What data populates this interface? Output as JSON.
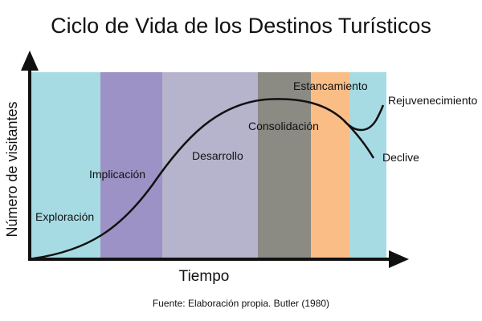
{
  "title": "Ciclo de Vida de los Destinos Turísticos",
  "axes": {
    "x_label": "Tiempo",
    "y_label": "Número de visitantes"
  },
  "source": "Fuente:  Elaboración propia. Butler (1980)",
  "stages": [
    {
      "key": "exploracion",
      "label": "Exploración",
      "color": "#a6dbe3"
    },
    {
      "key": "implicacion",
      "label": "Implicación",
      "color": "#9d92c6"
    },
    {
      "key": "desarrollo",
      "label": "Desarrollo",
      "color": "#b6b3cc"
    },
    {
      "key": "consolidacion",
      "label": "Consolidación",
      "color": "#8b8a83"
    },
    {
      "key": "estancamiento",
      "label": "Estancamiento",
      "color": "#fbbd86"
    },
    {
      "key": "rejuvenecimiento",
      "label": "Rejuvenecimiento",
      "color": "#a6dbe3"
    },
    {
      "key": "declive",
      "label": "Declive",
      "color": "#a6dbe3"
    }
  ],
  "colors": {
    "axis": "#111111",
    "curve": "#111111"
  }
}
